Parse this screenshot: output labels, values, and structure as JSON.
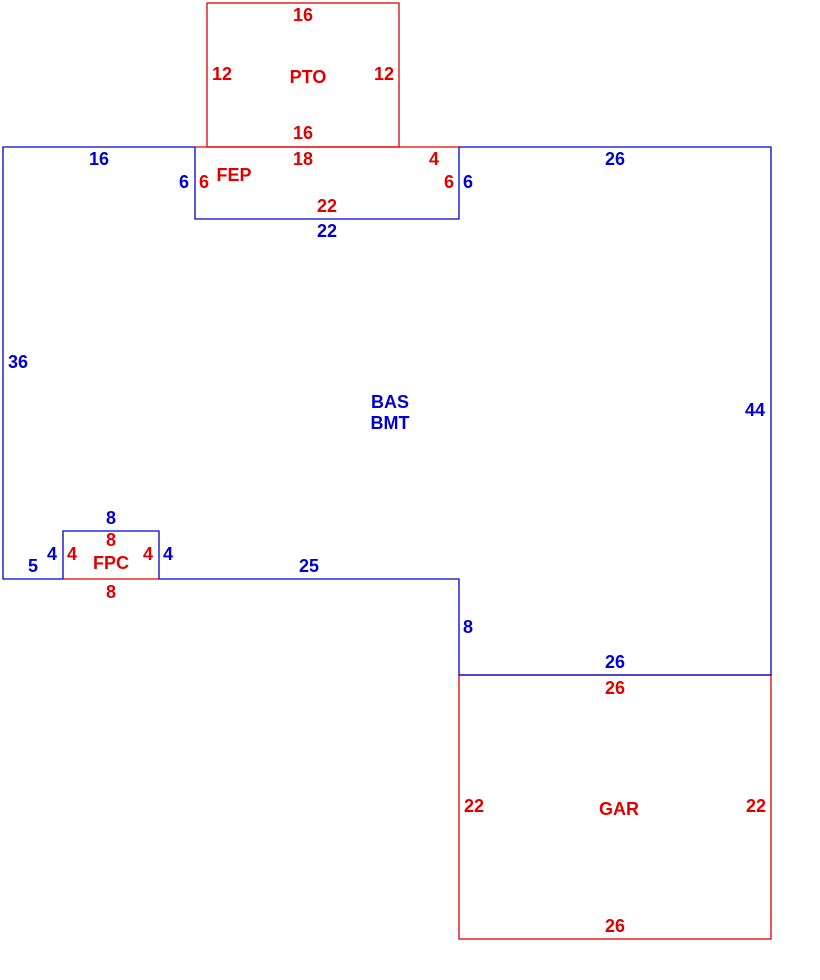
{
  "colors": {
    "main_area": "#0000d0",
    "attached_area": "#e00000"
  },
  "areas": {
    "pto": {
      "code": "PTO",
      "top": "16",
      "bottom": "16",
      "left": "12",
      "right": "12"
    },
    "fep": {
      "code": "FEP",
      "top_left": "18",
      "top_right": "4",
      "bottom": "22",
      "left": "6",
      "right": "6"
    },
    "bas": {
      "code": "BAS",
      "code2": "BMT",
      "top_left": "16",
      "left_notch": "6",
      "notch_bottom": "22",
      "right_notch": "6",
      "top_right": "26",
      "left": "36",
      "right": "44",
      "bottom_left": "5",
      "fpc_left": "4",
      "fpc_top": "8",
      "fpc_right": "4",
      "bottom_mid": "25",
      "step": "8",
      "bottom_right": "26"
    },
    "fpc": {
      "code": "FPC",
      "left": "4",
      "right": "4",
      "top": "8",
      "bottom": "8"
    },
    "gar": {
      "code": "GAR",
      "top": "26",
      "bottom": "26",
      "left": "22",
      "right": "22"
    }
  }
}
